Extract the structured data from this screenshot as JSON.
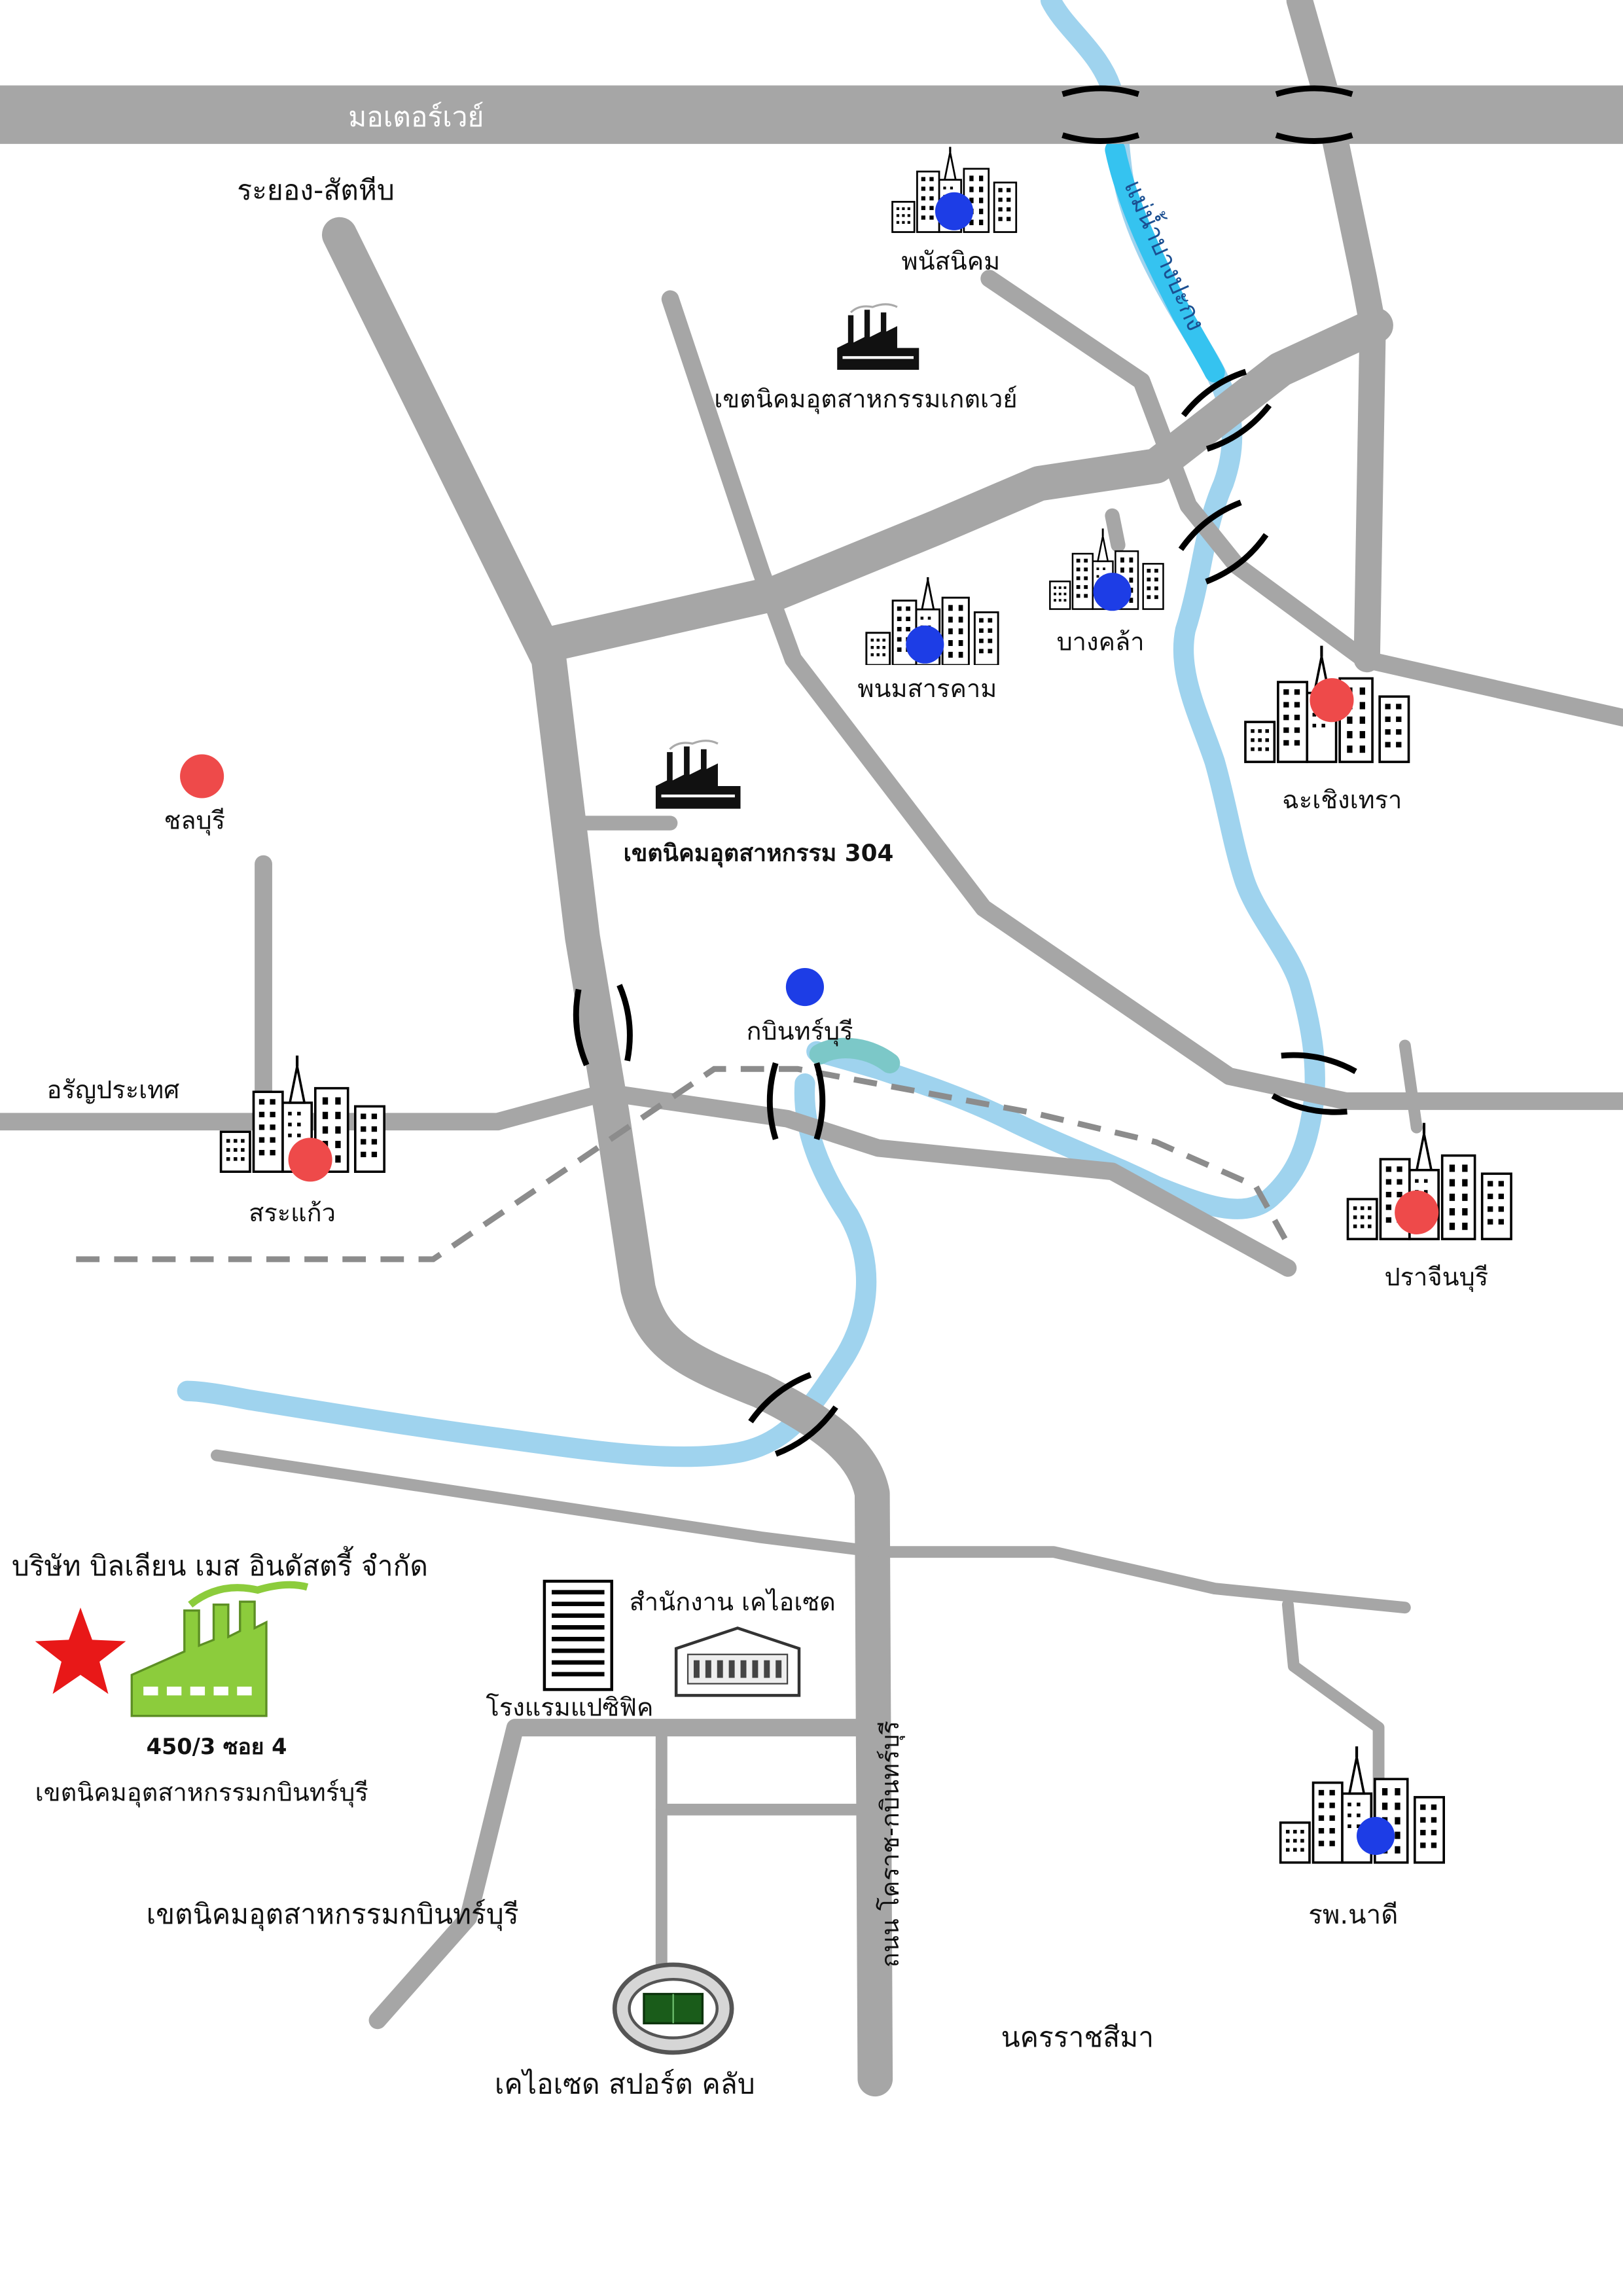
{
  "labels": {
    "motorway": "มอเตอร์เวย์",
    "rayong": "ระยอง-สัตหีบ",
    "river": "แม่น้ำบางปะกง",
    "phanat_nikhom": "พนัสนิคม",
    "gateway": "เขตนิคมอุตสาหกรรมเกตเวย์",
    "bang_khla": "บางคล้า",
    "phanom_sarakham": "พนมสารคาม",
    "chachoengsao": "ฉะเชิงเทรา",
    "chonburi": "ชลบุรี",
    "estate_304": "เขตนิคมอุตสาหกรรม 304",
    "kabin_buri": "กบินทร์บุรี",
    "aranyaprathet": "อรัญประเทศ",
    "sa_kaeo": "สระแก้ว",
    "prachin_buri": "ปราจีนบุรี",
    "company": "บริษัท บิลเลียน เมส อินดัสตรี้ จำกัด",
    "kaizad_office": "สำนักงาน เคไอเซด",
    "pacific_hotel": "โรงแรมแปซิฟิค",
    "address": "450/3 ซอย 4",
    "address_estate": "เขตนิคมอุตสาหกรรมกบินทร์บุรี",
    "kabin_estate": "เขตนิคมอุตสาหกรรมกบินทร์บุรี",
    "kaizad_sport": "เคไอเซด สปอร์ต คลับ",
    "road_korat": "ถนน โคราช-กบินทร์บุรี",
    "na_di": "รพ.นาดี",
    "nakhon_ratchasima": "นครราชสีมา"
  },
  "colors": {
    "road": "#a6a6a6",
    "river": "#9fd3ee",
    "river_upper": "#35c3f0",
    "red_dot": "#ee4a4a",
    "blue_dot": "#1d3de6",
    "star": "#e81818",
    "factory_green": "#8ccc3c"
  },
  "icons": {
    "city": "city-buildings-icon",
    "factory": "factory-icon",
    "star": "star-icon",
    "stadium": "stadium-icon",
    "office": "office-building-icon",
    "hotel": "hotel-building-icon"
  }
}
